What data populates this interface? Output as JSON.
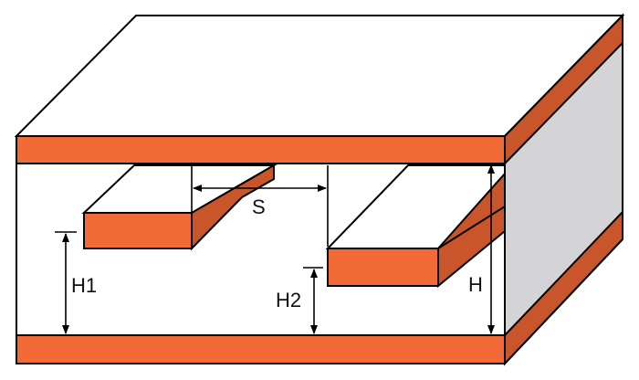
{
  "diagram": {
    "colors": {
      "copper_front": "#f26b36",
      "copper_side": "#c9552a",
      "dielectric": "#ffffff",
      "dielectric_side": "#d4d4d6",
      "outline": "#000000"
    },
    "labels": {
      "spacing": "S",
      "trace1_height": "H1",
      "trace2_height": "H2",
      "total_height": "H"
    }
  }
}
